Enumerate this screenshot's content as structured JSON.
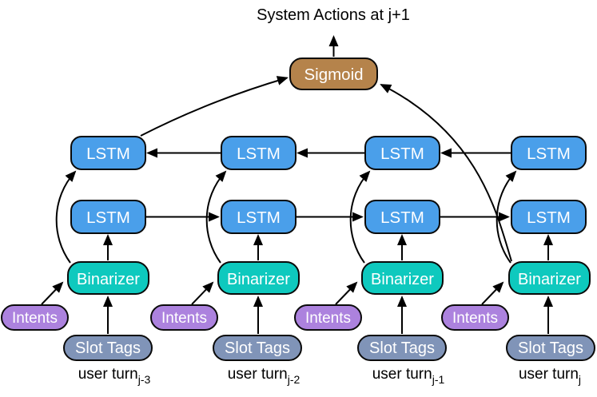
{
  "title": "System Actions at j+1",
  "node_labels": {
    "sigmoid": "Sigmoid",
    "lstm": "LSTM",
    "binarizer": "Binarizer",
    "intents": "Intents",
    "slot_tags": "Slot Tags"
  },
  "turns": [
    {
      "label": "user turn",
      "subscript": "j-3"
    },
    {
      "label": "user turn",
      "subscript": "j-2"
    },
    {
      "label": "user turn",
      "subscript": "j-1"
    },
    {
      "label": "user turn",
      "subscript": "j"
    }
  ],
  "structure": {
    "type": "neural-network-architecture",
    "rows": [
      "backward LSTM layer",
      "forward LSTM layer",
      "Binarizer",
      "Intents + Slot Tags inputs"
    ],
    "columns": 4,
    "output": "Sigmoid -> System Actions at j+1"
  },
  "colors": {
    "lstm": "#4A9FEA",
    "binarizer": "#0EC9BE",
    "intents": "#AC82DE",
    "slot_tags": "#8094B8",
    "sigmoid": "#B5834B",
    "arrow": "#000000",
    "node_text": "#FFFFFF",
    "text": "#000000",
    "background": "#FFFFFF"
  }
}
